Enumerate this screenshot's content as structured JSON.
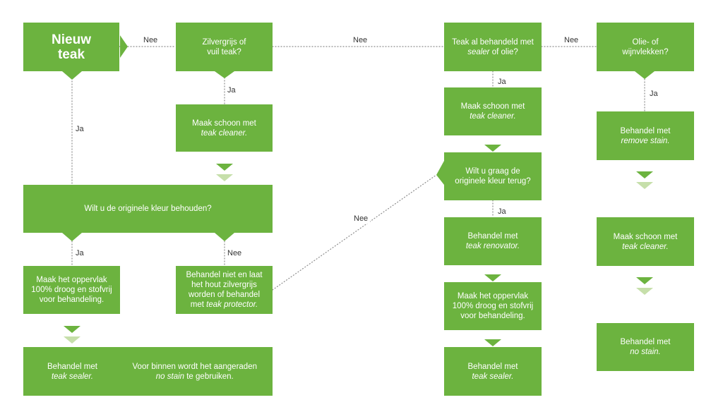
{
  "colors": {
    "box": "#6cb33f",
    "arrow_light": "#c6dfaa",
    "line": "#8c8c8c",
    "text_dark": "#333333"
  },
  "nodes": {
    "start": {
      "line1": "Nieuw",
      "line2": "teak"
    },
    "q_grey": {
      "line1": "Zilvergrijs of",
      "line2": "vuil teak?"
    },
    "clean1": {
      "line1": "Maak schoon met",
      "line2": "teak cleaner."
    },
    "q_keep": {
      "text": "Wilt u de originele kleur behouden?"
    },
    "dry1": {
      "line1": "Maak het oppervlak",
      "line2": "100% droog en stofvrij",
      "line3": "voor behandeling."
    },
    "protect": {
      "line1": "Behandel niet en laat",
      "line2": "het hout zilvergrijs",
      "line3": "worden of behandel",
      "line4_pre": "met ",
      "line4_em": "teak protector."
    },
    "final_left": {
      "a1": "Behandel met",
      "a2": "teak sealer.",
      "b1": "Voor binnen wordt het aangeraden",
      "b2_em": "no stain",
      "b2_post": " te gebruiken."
    },
    "q_treated": {
      "line1": "Teak al behandeld met",
      "line2_em": "sealer",
      "line2_post": " of olie?"
    },
    "clean2": {
      "line1": "Maak schoon met",
      "line2": "teak cleaner."
    },
    "q_restore": {
      "line1": "Wilt u graag de",
      "line2": "originele kleur terug?"
    },
    "renovate": {
      "line1": "Behandel met",
      "line2": "teak renovator."
    },
    "dry2": {
      "line1": "Maak het oppervlak",
      "line2": "100% droog en stofvrij",
      "line3": "voor behandeling."
    },
    "seal2": {
      "line1": "Behandel met",
      "line2": "teak sealer."
    },
    "q_stains": {
      "line1": "Olie- of",
      "line2": "wijnvlekken?"
    },
    "remove": {
      "line1": "Behandel met",
      "line2": "remove stain."
    },
    "clean3": {
      "line1": "Maak schoon met",
      "line2": "teak cleaner."
    },
    "nostain": {
      "line1": "Behandel met",
      "line2": "no stain."
    }
  },
  "labels": {
    "nee1": "Nee",
    "nee2": "Nee",
    "nee3": "Nee",
    "nee4": "Nee",
    "nee5": "Nee",
    "ja1": "Ja",
    "ja2": "Ja",
    "ja3": "Ja",
    "ja4": "Ja",
    "ja5": "Ja",
    "ja6": "Ja"
  }
}
